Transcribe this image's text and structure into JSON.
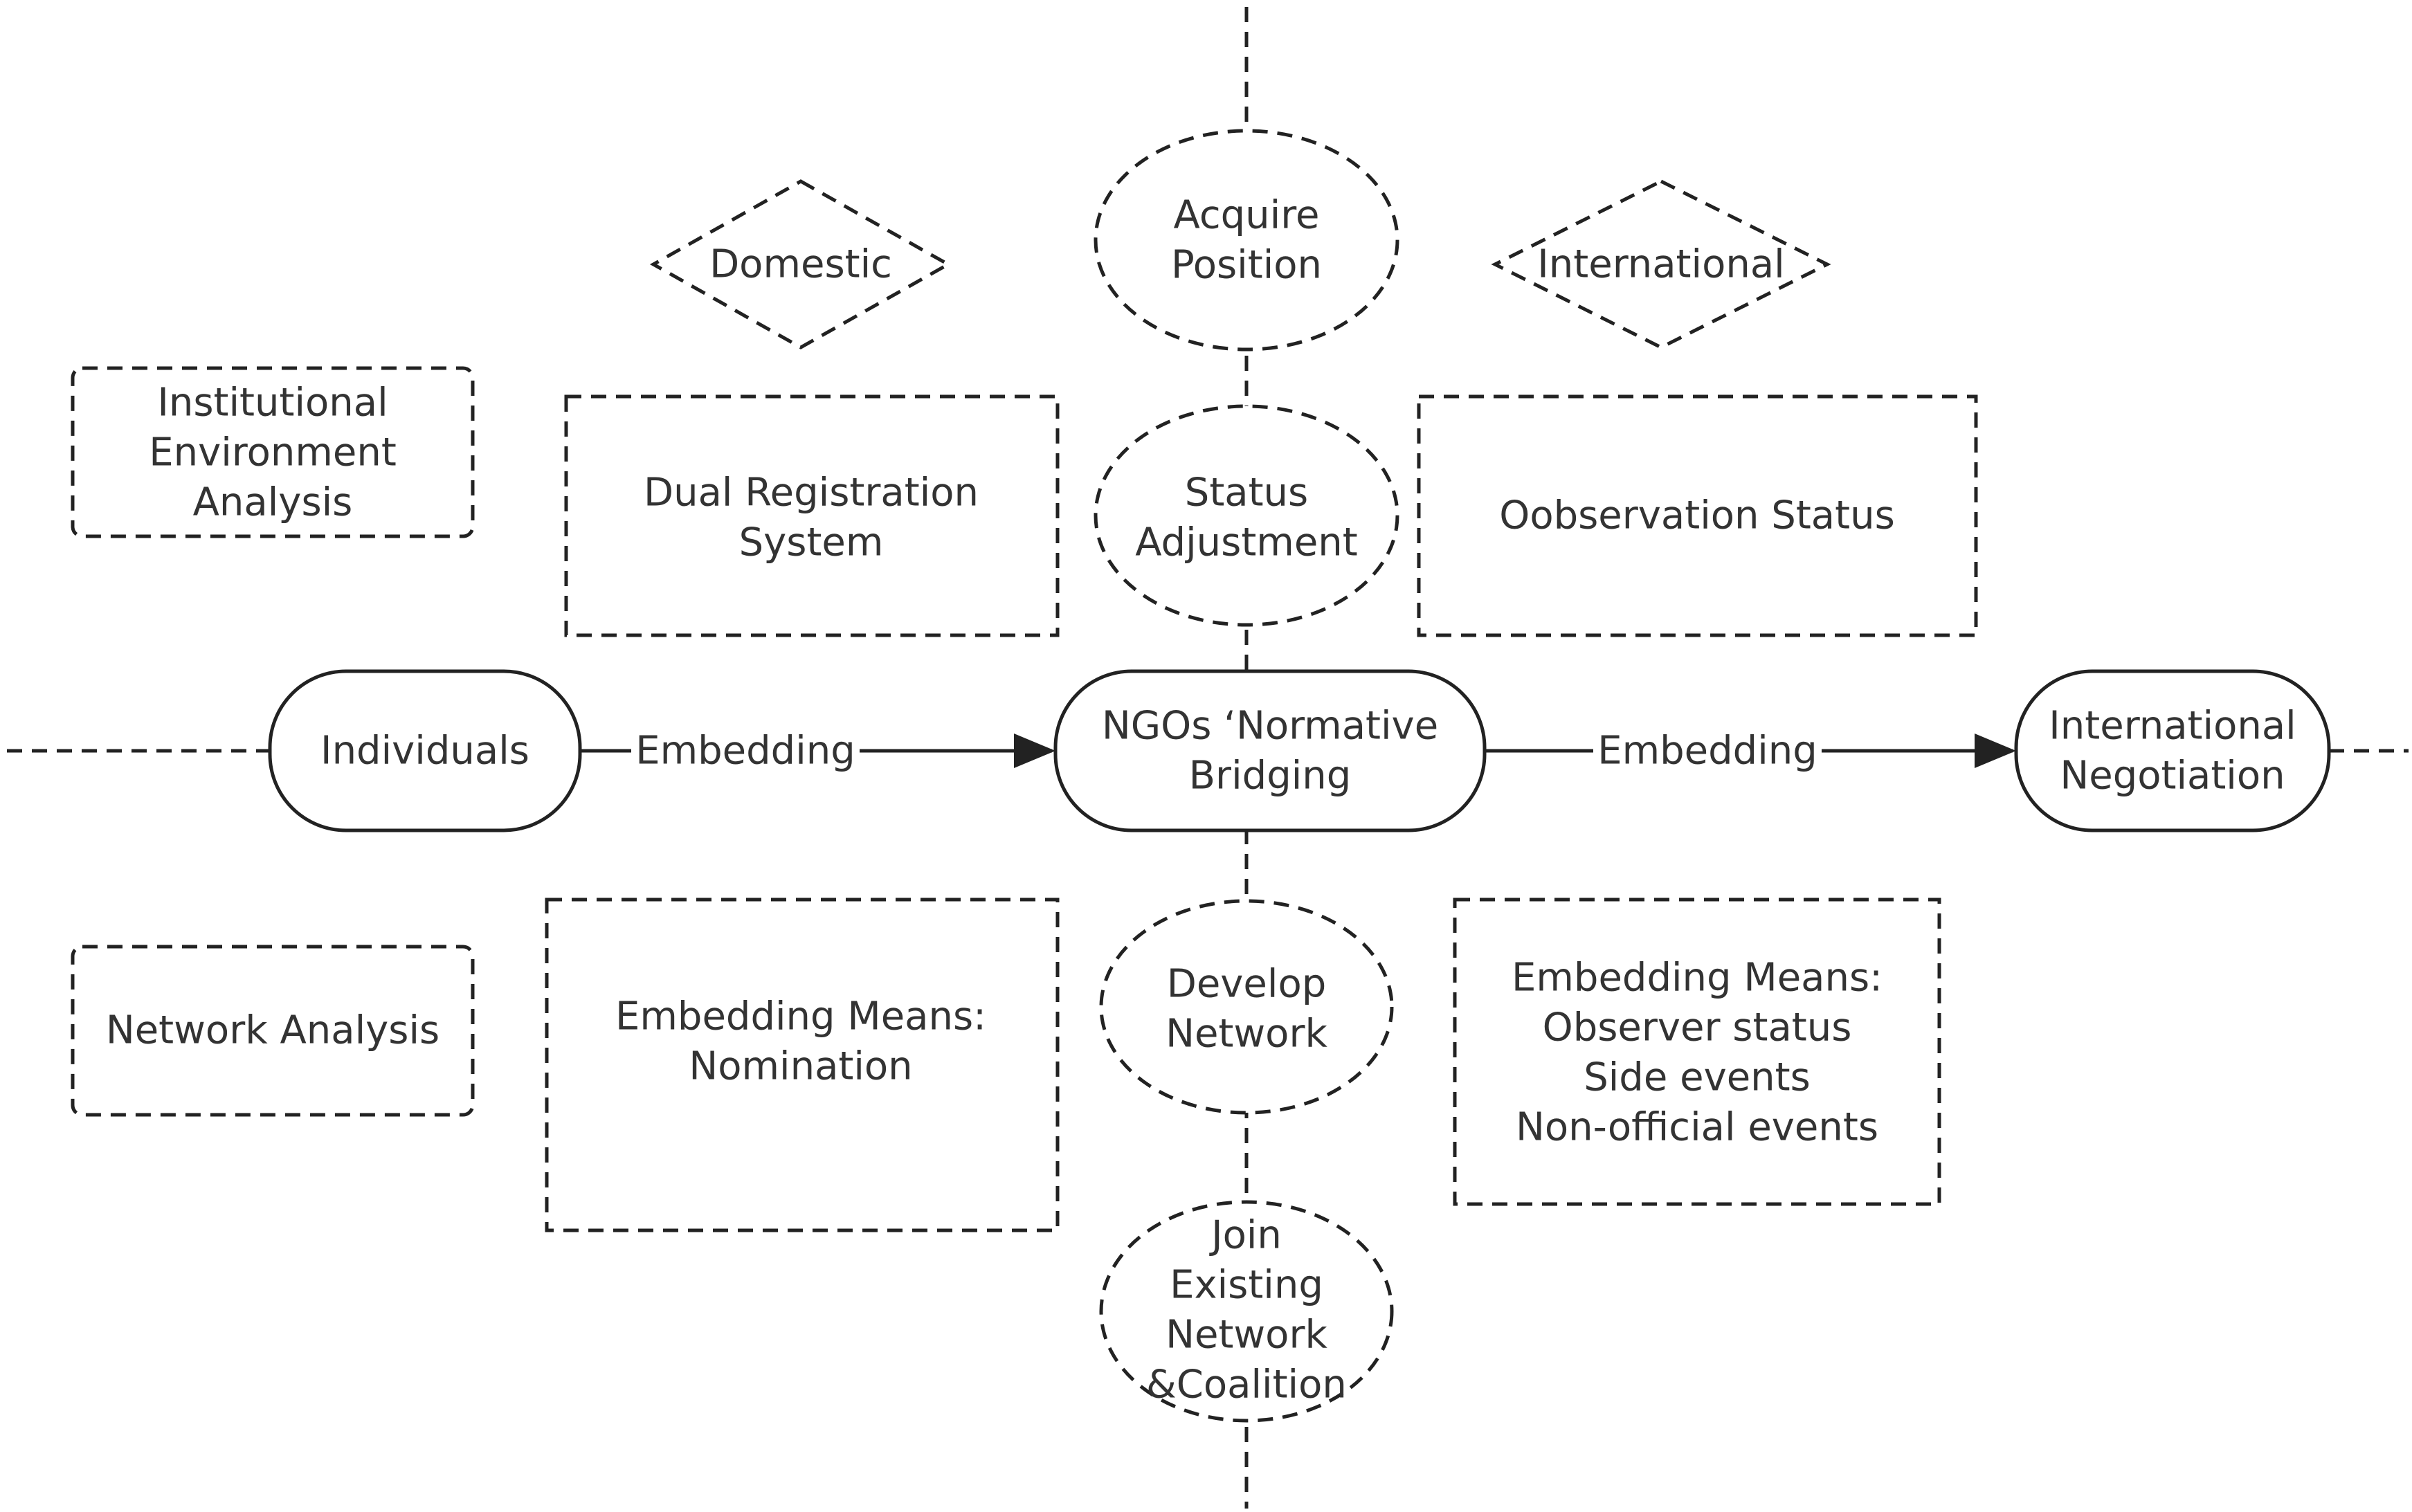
{
  "colors": {
    "stroke": "#222222",
    "text": "#333333",
    "background": "#ffffff"
  },
  "nodes": {
    "domestic": {
      "lines": [
        "Domestic"
      ]
    },
    "international": {
      "lines": [
        "International"
      ]
    },
    "acquire_position": {
      "lines": [
        "Acquire",
        "Position"
      ]
    },
    "institutional_env": {
      "lines": [
        "Institutional",
        "Environment",
        "Analysis"
      ]
    },
    "dual_registration": {
      "lines": [
        "Dual Registration",
        "System"
      ]
    },
    "status_adjustment": {
      "lines": [
        "Status",
        "Adjustment"
      ]
    },
    "observation_status": {
      "lines": [
        "Oobservation Status"
      ]
    },
    "individuals": {
      "lines": [
        "Individuals"
      ]
    },
    "ngos": {
      "lines": [
        "NGOs  ‘Normative",
        "Bridging"
      ]
    },
    "international_negotiation": {
      "lines": [
        "International",
        "Negotiation"
      ]
    },
    "network_analysis": {
      "lines": [
        "Network Analysis"
      ]
    },
    "embedding_nomination": {
      "lines": [
        "Embedding  Means:",
        "Nomination"
      ]
    },
    "develop_network": {
      "lines": [
        "Develop",
        "Network"
      ]
    },
    "embedding_observer": {
      "lines": [
        "Embedding Means:",
        "Observer status",
        "Side events",
        "Non-official events"
      ]
    },
    "join_network": {
      "lines": [
        "Join",
        "Existing",
        "Network",
        "&Coalition"
      ]
    }
  },
  "edges": {
    "left": {
      "label": "Embedding"
    },
    "right": {
      "label": "Embedding"
    }
  }
}
